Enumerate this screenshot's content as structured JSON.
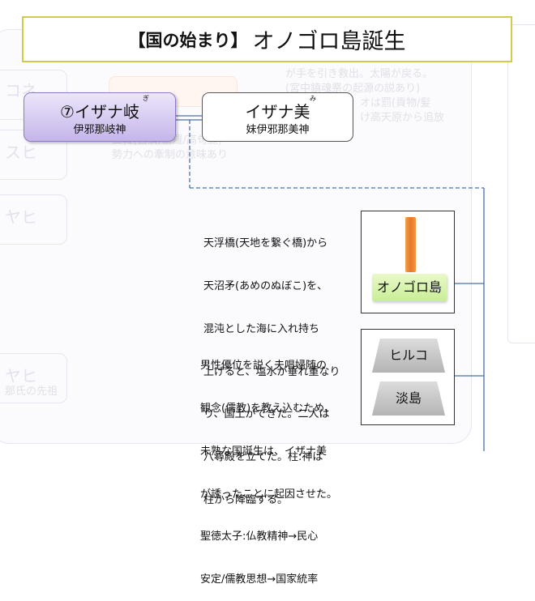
{
  "title": {
    "tag": "【国の始まり】",
    "main": "オノゴロ島誕生"
  },
  "izanagi": {
    "name": "⑦イザナ岐",
    "ruby": "ぎ",
    "sub": "伊邪那岐神"
  },
  "izanami": {
    "name": "イザナ美",
    "ruby": "み",
    "sub": "妹伊邪那美神"
  },
  "paragraph_1": {
    "lines": [
      "天浮橋(天地を繋ぐ橋)から",
      "天沼矛(あめのぬぼこ)を、",
      "混沌とした海に入れ持ち",
      "上げると、塩水が垂れ重なり",
      "り、国土ができた。二人は",
      "八尋殿を立てた。柱:神は",
      "柱から降臨する。"
    ]
  },
  "paragraph_2": {
    "lines": [
      "男性優位を説く夫唱婦随の",
      "観念(儒教)を教え込むため、",
      "未熟な国誕生は、イザナ美",
      "が誘ったことに起因させた。",
      "聖徳太子:仏教精神→民心",
      "安定/儒教思想→国家統率"
    ]
  },
  "image_onogoro": {
    "label": "オノゴロ島"
  },
  "image_failed_births": {
    "top_label": "ヒルコ",
    "bottom_label": "淡島"
  },
  "colors": {
    "title_border": "#d3c94a",
    "izanagi_fill": "#c5b5ea",
    "connector": "#4a6fa5",
    "pillar": "#e8762a",
    "onogoro_label_fill": "#c8ee96"
  }
}
